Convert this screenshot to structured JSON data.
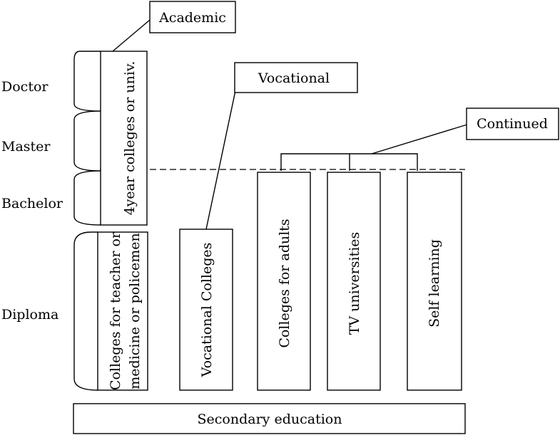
{
  "levels": {
    "doctor": "Doctor",
    "master": "Master",
    "bachelor": "Bachelor",
    "diploma": "Diploma"
  },
  "callouts": {
    "academic": "Academic",
    "vocational": "Vocational",
    "continued": "Continued"
  },
  "columns": {
    "university": "4year colleges or univ.",
    "specialized_line1": "Colleges for teacher or",
    "specialized_line2": "medicine or policemen",
    "vocational_colleges": "Vocational Colleges",
    "adult_colleges": "Colleges for adults",
    "tv_universities": "TV universities",
    "self_learning": "Self learning"
  },
  "base": {
    "secondary": "Secondary education"
  }
}
